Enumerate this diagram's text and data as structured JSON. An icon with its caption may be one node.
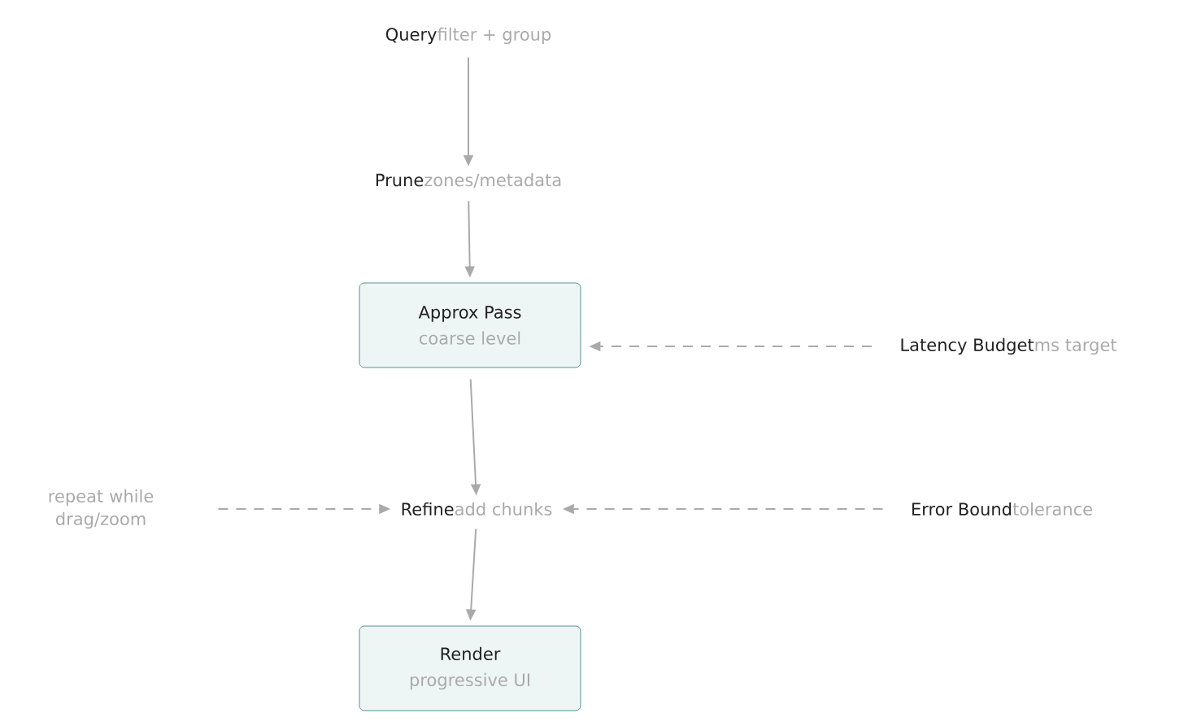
{
  "diagram": {
    "nodes": [
      {
        "text": [
          "Query",
          "filter + group"
        ]
      },
      {
        "text": [
          "Prune",
          "zones/metadata"
        ]
      },
      {
        "text": [
          "Approx Pass",
          "coarse level"
        ]
      },
      {
        "text": [
          "Latency Budget",
          "ms target"
        ]
      },
      {
        "text": [
          "repeat while drag/zoom"
        ]
      },
      {
        "text": [
          "Refine",
          "add chunks"
        ]
      },
      {
        "text": [
          "Error Bound",
          "tolerance"
        ]
      },
      {
        "text": [
          "Render",
          "progressive UI"
        ]
      }
    ],
    "edges": [
      {
        "from": 0,
        "to": 1,
        "arrow": "to"
      },
      {
        "from": 1,
        "to": 2,
        "arrow": "to"
      },
      {
        "from": 3,
        "to": 2,
        "arrow": "to",
        "style": "dashed"
      },
      {
        "from": 2,
        "to": 5,
        "arrow": "to"
      },
      {
        "from": 4,
        "to": 5,
        "arrow": "to",
        "style": "dashed"
      },
      {
        "from": 6,
        "to": 5,
        "arrow": "to",
        "style": "dashed"
      },
      {
        "from": 5,
        "to": 7,
        "arrow": "to"
      }
    ]
  }
}
